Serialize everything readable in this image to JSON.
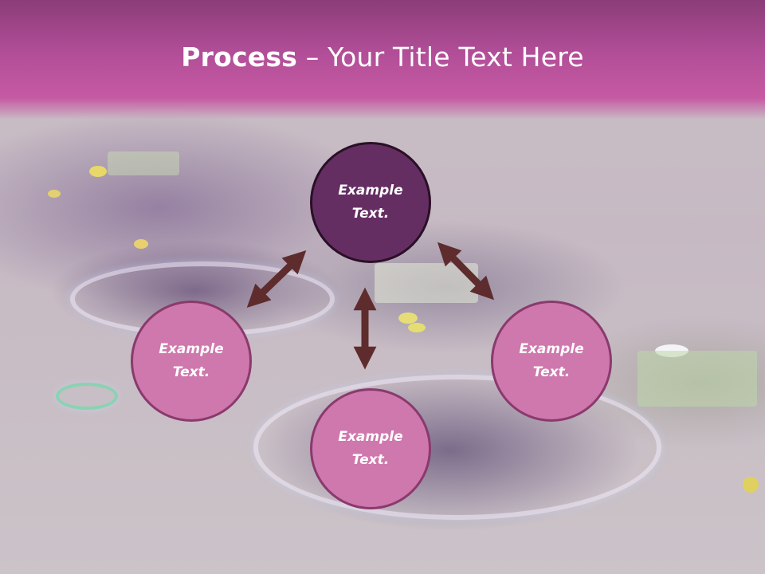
{
  "slide": {
    "title_bold": "Process",
    "title_rest": " – Your Title Text Here"
  },
  "nodes": {
    "top": "Example Text.",
    "left": "Example Text.",
    "right": "Example Text.",
    "bottom": "Example Text."
  },
  "colors": {
    "header": "#c65aa2",
    "node_pink": "#cf78ad",
    "node_dark": "#652e63",
    "arrow": "#5e2c2c"
  }
}
